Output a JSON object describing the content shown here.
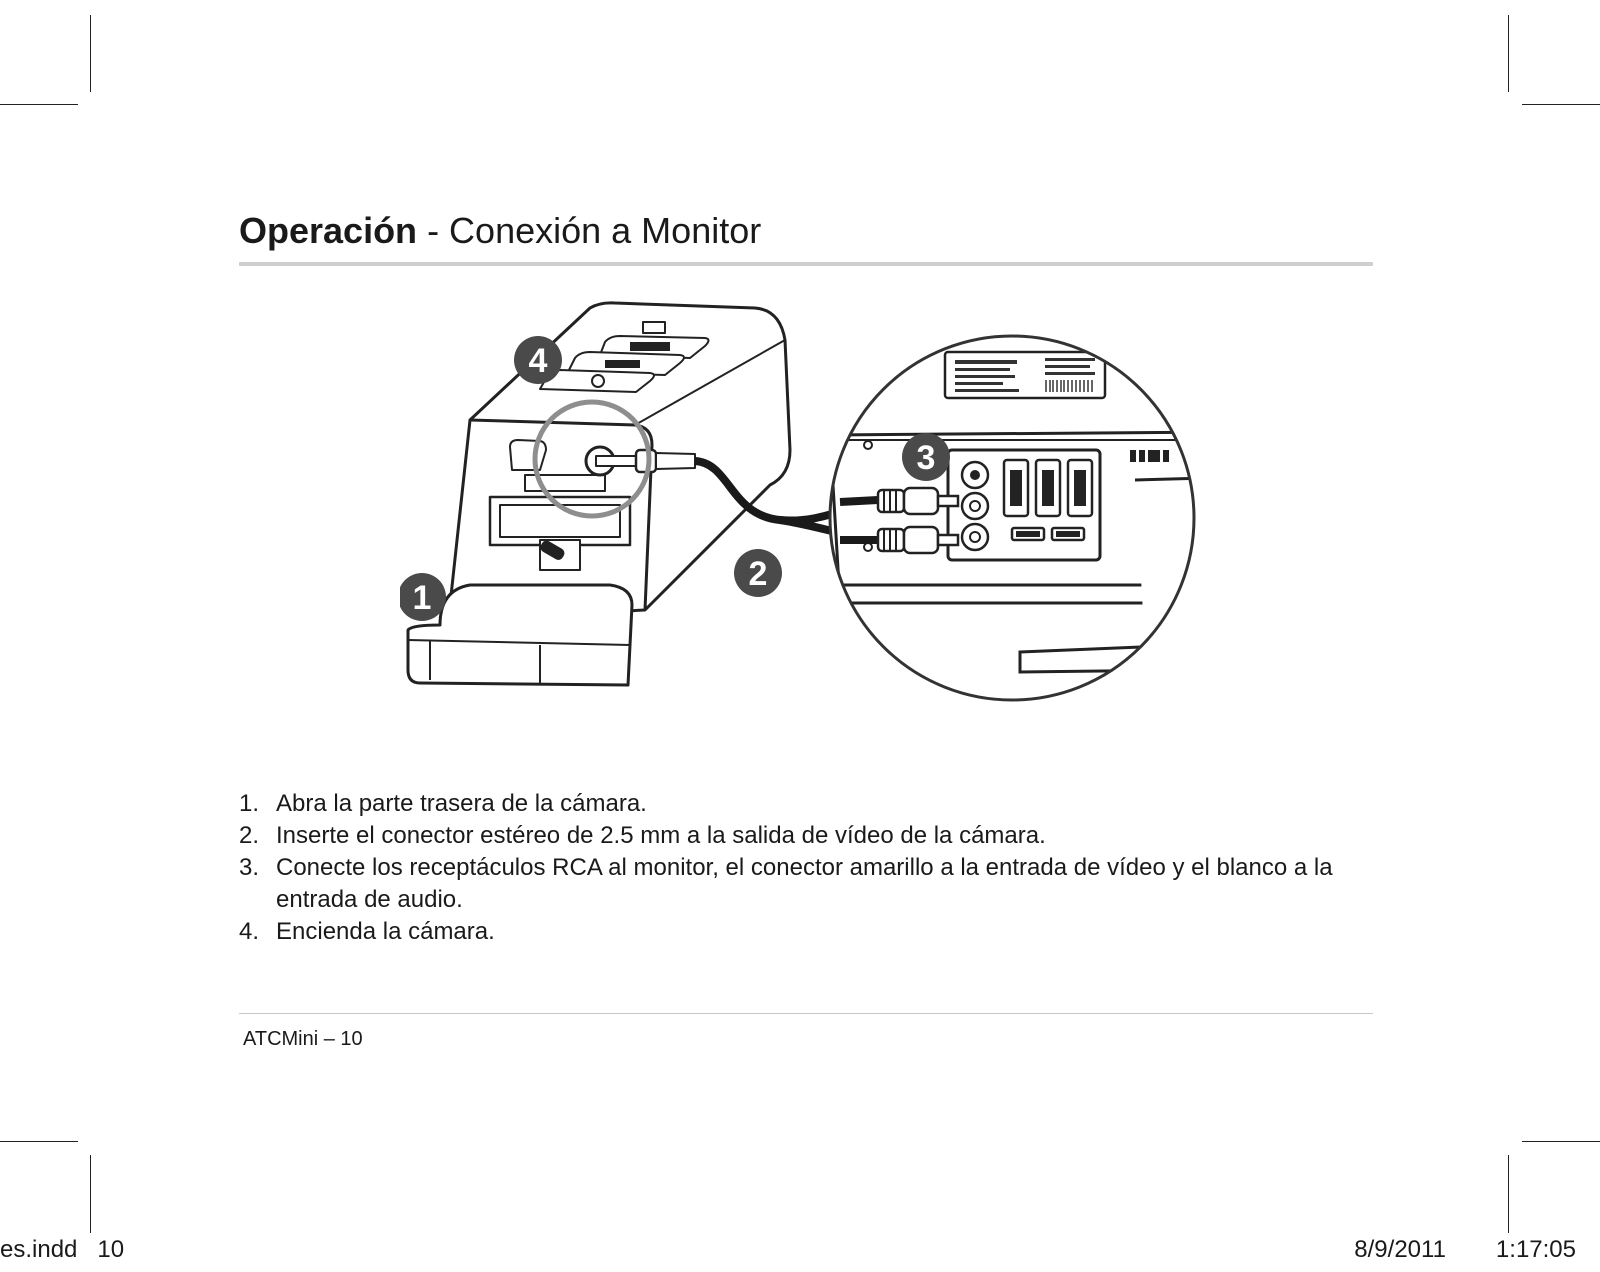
{
  "header": {
    "title_bold": "Operación",
    "title_rest": " - Conexión a Monitor"
  },
  "illustration": {
    "callouts": [
      "1",
      "2",
      "3",
      "4"
    ]
  },
  "steps": [
    {
      "num": "1.",
      "text": "Abra la parte trasera de la cámara."
    },
    {
      "num": "2.",
      "text": "Inserte el conector estéreo de 2.5 mm a la salida de vídeo de la cámara."
    },
    {
      "num": "3.",
      "text": "Conecte los receptáculos RCA al monitor, el conector amarillo a la entrada de vídeo y  el blanco a la entrada de audio."
    },
    {
      "num": "4.",
      "text": "Encienda la cámara."
    }
  ],
  "footer": {
    "page_label": "ATCMini  –  10"
  },
  "print_slug": {
    "left": "es.indd   10",
    "right": "8/9/2011   1:17:05"
  }
}
